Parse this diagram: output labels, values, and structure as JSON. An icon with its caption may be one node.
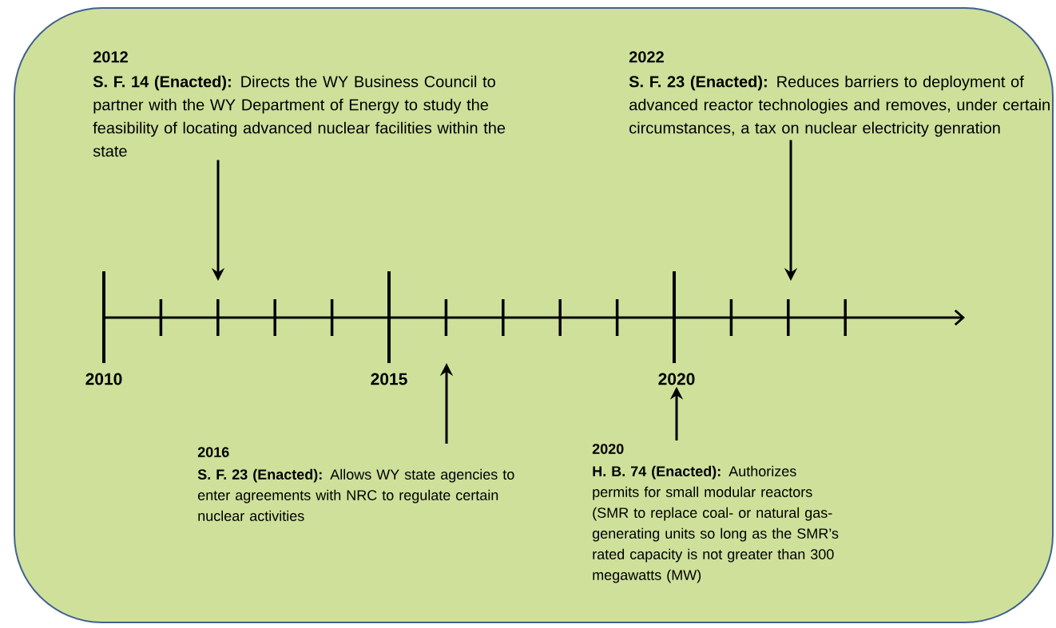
{
  "diagram": {
    "nodes": [
      {
        "text": [
          "2012",
          "**S. F. 14 (Enacted):** Directs the WY Business Council to partner with the WY Department of Energy to study the feasibility of locating advanced nuclear facilities within the state"
        ]
      },
      {
        "text": [
          "2022",
          "**S. F. 23 (Enacted):** Reduces barriers to deployment of advanced reactor technologies and removes, under certain circumstances, a tax on nuclear electricity genration"
        ]
      },
      {
        "text": [
          "2016",
          "**S. F. 23 (Enacted):** Allows WY state agencies to enter agreements with NRC to regulate certain nuclear activities"
        ]
      },
      {
        "text": [
          "2020",
          "**H. B. 74 (Enacted):** Authorizes permits for small modular reactors (SMR to replace coal- or natural gas-generating units so long as the SMR’s rated capacity is not greater than 300 megawatts (MW)"
        ]
      },
      {
        "text": [
          "2020"
        ]
      }
    ],
    "edges": [
      {
        "from": 0,
        "to": null,
        "arrow": "to"
      },
      {
        "from": 1,
        "to": null,
        "arrow": "to"
      },
      {
        "from": 2,
        "to": null,
        "arrow": "to"
      },
      {
        "from": 3,
        "to": 4,
        "arrow": "to"
      }
    ],
    "labels": [
      "2010",
      "2015"
    ]
  }
}
